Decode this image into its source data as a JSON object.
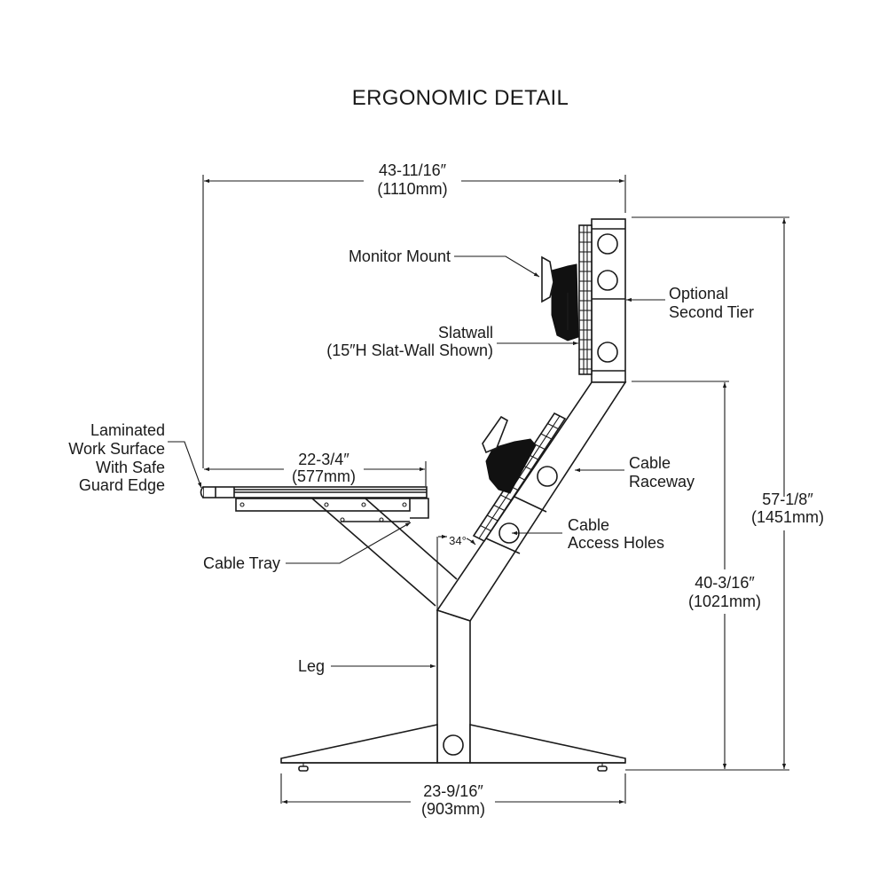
{
  "title": "ERGONOMIC DETAIL",
  "colors": {
    "line": "#1a1a1a",
    "background": "#ffffff"
  },
  "dimensions": {
    "overall_depth": {
      "imperial": "43-11/16″",
      "metric": "(1110mm)"
    },
    "work_surface_depth": {
      "imperial": "22-3/4″",
      "metric": "(577mm)"
    },
    "base_width": {
      "imperial": "23-9/16″",
      "metric": "(903mm)"
    },
    "overall_height": {
      "imperial": "57-1/8″",
      "metric": "(1451mm)"
    },
    "raceway_height": {
      "imperial": "40-3/16″",
      "metric": "(1021mm)"
    },
    "angle": "34°"
  },
  "callouts": {
    "monitor_mount": "Monitor Mount",
    "slatwall": [
      "Slatwall",
      "(15″H Slat-Wall Shown)"
    ],
    "optional_tier": [
      "Optional",
      "Second Tier"
    ],
    "work_surface": [
      "Laminated",
      "Work Surface",
      "With Safe",
      "Guard Edge"
    ],
    "cable_raceway": [
      "Cable",
      "Raceway"
    ],
    "cable_access_holes": [
      "Cable",
      "Access Holes"
    ],
    "cable_tray": "Cable Tray",
    "leg": "Leg"
  }
}
